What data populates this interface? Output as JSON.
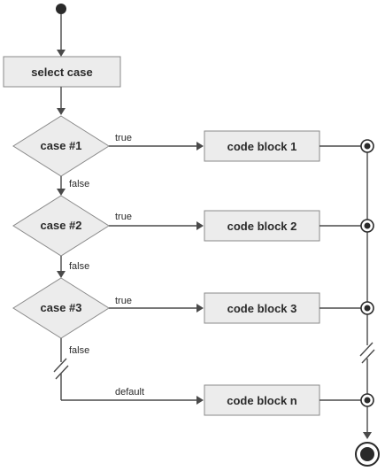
{
  "nodes": {
    "select": "select case",
    "case1": "case #1",
    "case2": "case #2",
    "case3": "case #3",
    "block1": "code block 1",
    "block2": "code block 2",
    "block3": "code block 3",
    "blockn": "code block n"
  },
  "edges": {
    "true1": "true",
    "true2": "true",
    "true3": "true",
    "false1": "false",
    "false2": "false",
    "false3": "false",
    "default": "default"
  },
  "colors": {
    "node_fill": "#ececec",
    "node_stroke": "#8a8a8a",
    "line": "#4a4a4a",
    "text": "#2a2a2a"
  }
}
